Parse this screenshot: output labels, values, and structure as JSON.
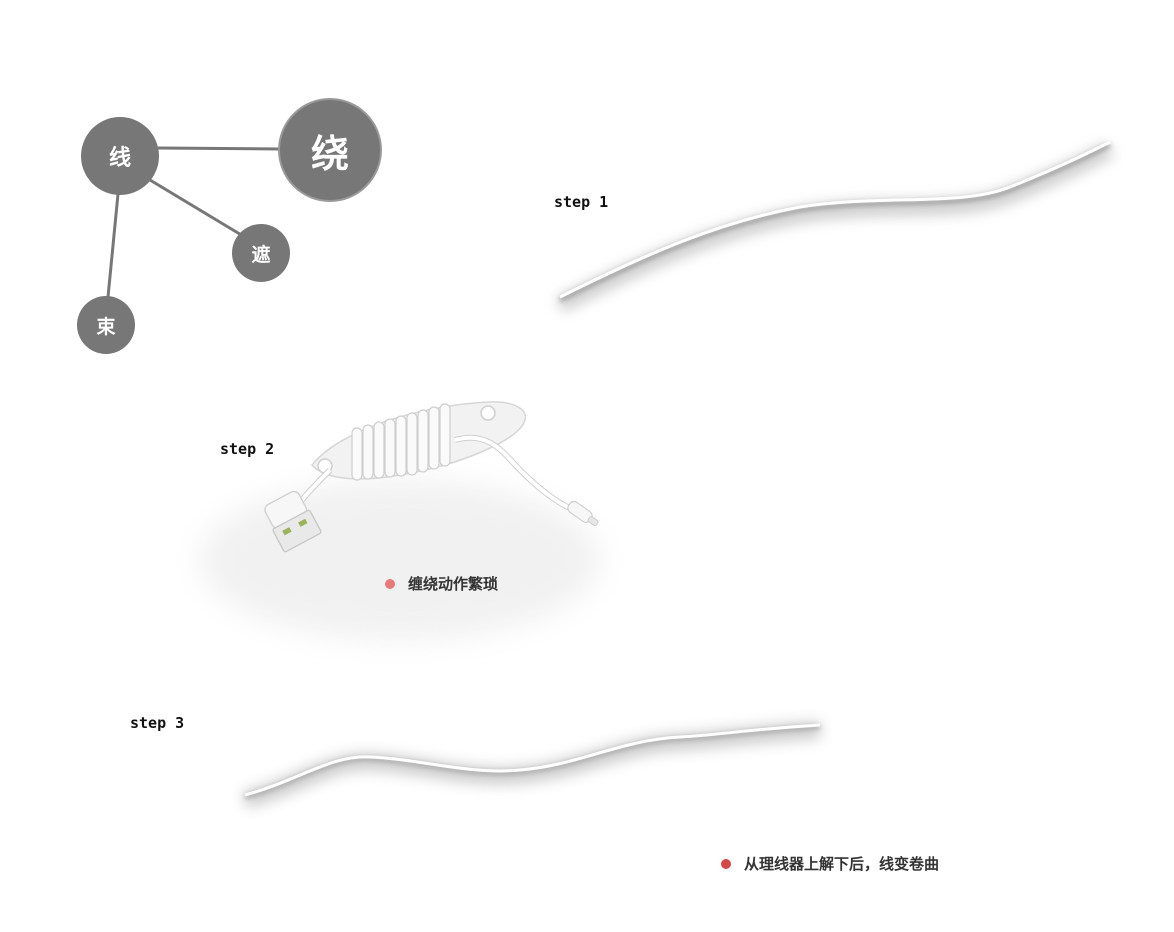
{
  "mindmap": {
    "nodes": {
      "xian": "线",
      "rao": "绕",
      "zhe": "遮",
      "shu": "束"
    }
  },
  "steps": {
    "step1": "step 1",
    "step2": "step 2",
    "step3": "step 3"
  },
  "captions": {
    "winding": {
      "text": "缠绕动作繁琐",
      "color": "#e77a7a"
    },
    "unwound": {
      "text": "从理线器上解下后，线变卷曲",
      "color": "#d64848"
    }
  },
  "colors": {
    "node_fill": "#777777",
    "connector": "#777777",
    "cable": "#ffffff"
  }
}
